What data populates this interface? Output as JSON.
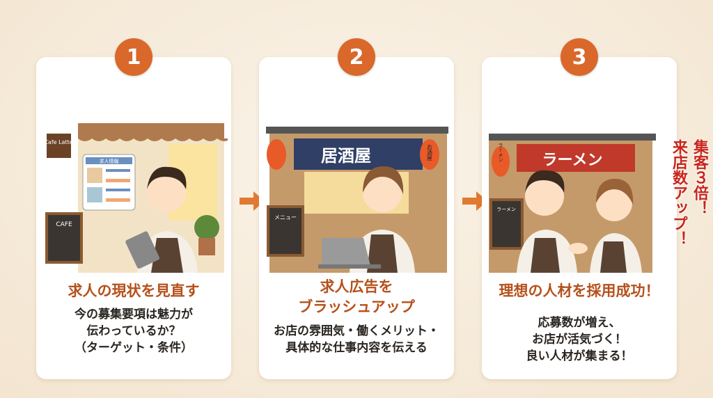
{
  "steps": [
    {
      "number": "1",
      "title": "求人の現状を見直す",
      "body": [
        "今の募集要項は魅力が",
        "伝わっているか？",
        "（ターゲット・条件）"
      ],
      "scene": {
        "sign": "Cafe Latte",
        "board": "CAFE",
        "popup_header": "求人情報"
      }
    },
    {
      "number": "2",
      "title_lines": [
        "求人広告を",
        "ブラッシュアップ"
      ],
      "body": [
        "お店の雰囲気・働くメリット・",
        "具体的な仕事内容を伝える"
      ],
      "scene": {
        "noren": "居酒屋",
        "lantern": "お酒屋",
        "board": "メニュー"
      }
    },
    {
      "number": "3",
      "title": "理想の人材を採用成功！",
      "body": [
        "応募数が増え、",
        "お店が活気づく！",
        "良い人材が集まる！"
      ],
      "scene": {
        "noren": "ラーメン",
        "lantern": "ラーメン",
        "board": "ラーメン"
      }
    }
  ],
  "callout": [
    "集客３倍！",
    "来店数アップ！"
  ],
  "colors": {
    "accent": "#d9682a",
    "title": "#b5501a",
    "callout": "#c8261c"
  }
}
